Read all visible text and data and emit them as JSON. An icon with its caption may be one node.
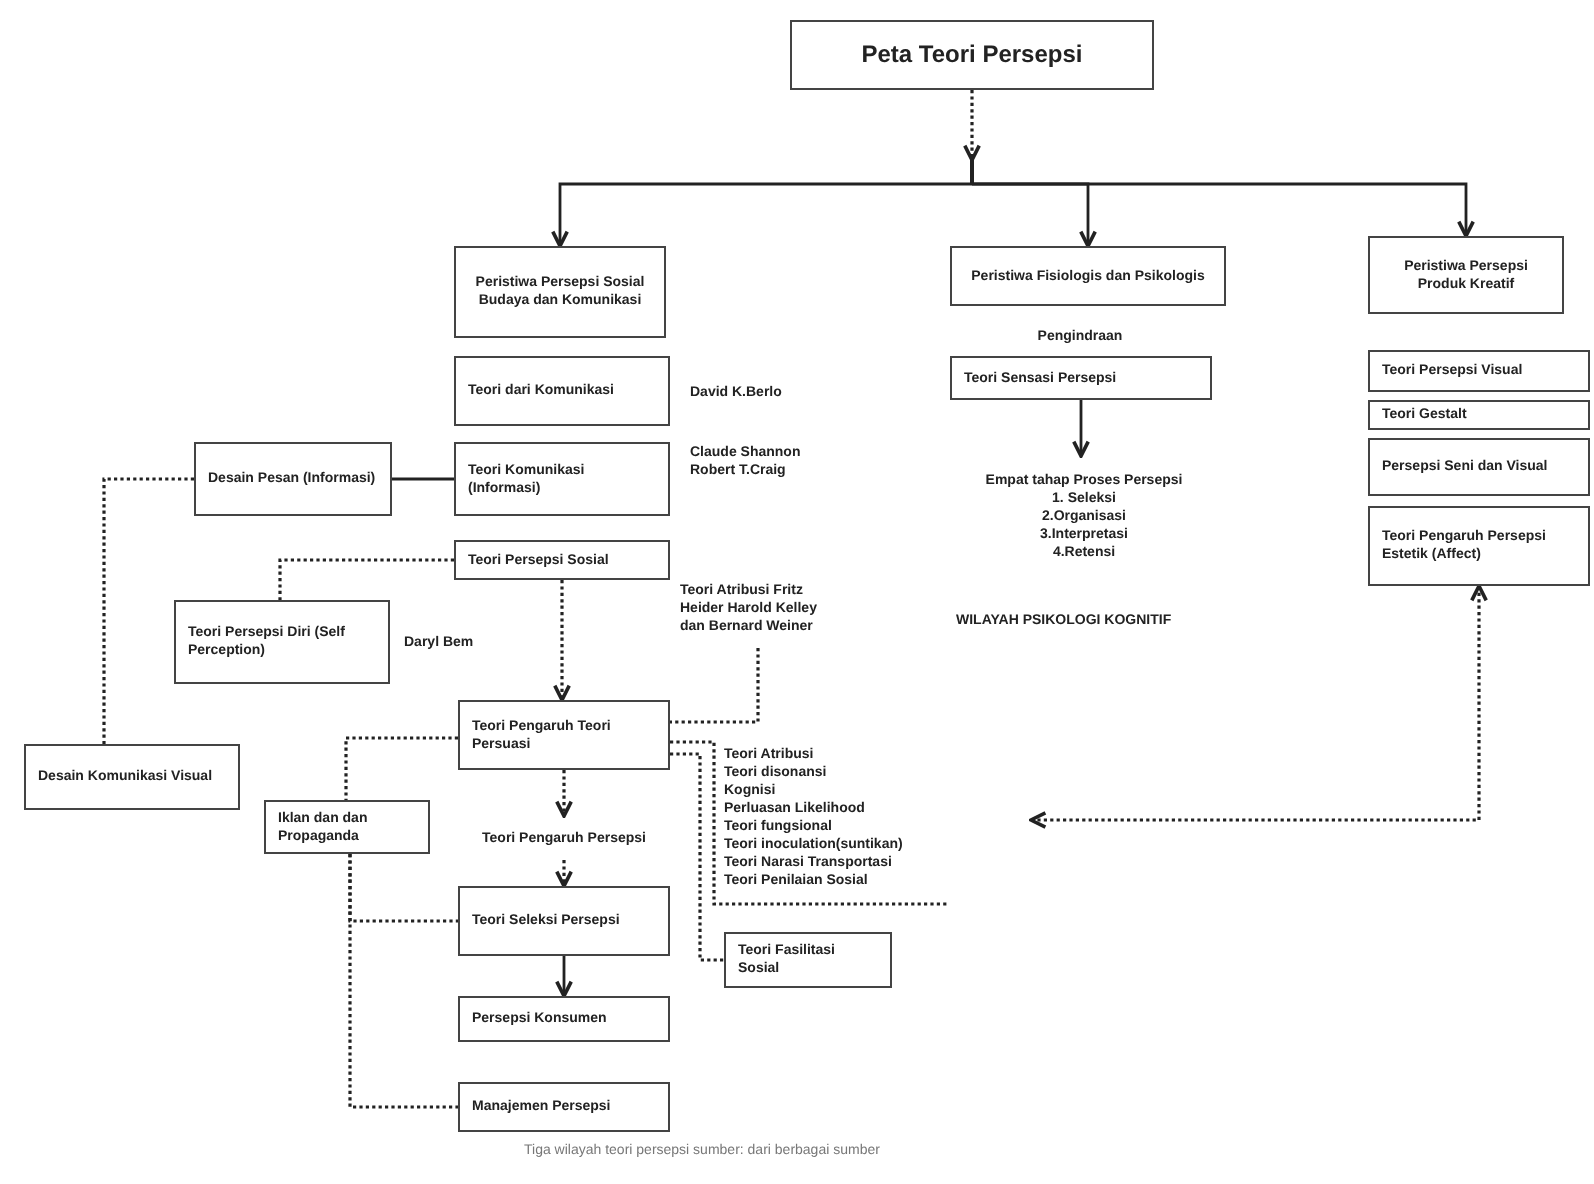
{
  "diagram": {
    "caption": "Tiga wilayah teori persepsi sumber: dari berbagai sumber",
    "nodes": [
      {
        "text": [
          "Peta Teori Persepsi"
        ]
      },
      {
        "text": [
          "Peristiwa Persepsi Sosial Budaya dan Komunikasi"
        ]
      },
      {
        "text": [
          "Peristiwa Fisiologis dan Psikologis"
        ]
      },
      {
        "text": [
          "Peristiwa Persepsi Produk Kreatif"
        ]
      },
      {
        "text": [
          "Teori dari Komunikasi"
        ],
        "beside": [
          "David K.Berlo"
        ]
      },
      {
        "text": [
          "Teori Komunikasi (Informasi)"
        ],
        "beside": [
          "Claude Shannon Robert T.Craig"
        ]
      },
      {
        "text": [
          "Desain Pesan (Informasi)"
        ]
      },
      {
        "text": [
          "Teori Persepsi Sosial"
        ]
      },
      {
        "text": [
          "Teori Persepsi Diri (Self Perception)"
        ],
        "beside": [
          "Daryl Bem"
        ]
      },
      {
        "text": [
          "Teori Atribusi Fritz Heider Harold Kelley dan Bernard Weiner"
        ]
      },
      {
        "text": [
          "Teori Pengaruh Teori Persuasi"
        ]
      },
      {
        "text": [
          "Desain Komunikasi Visual"
        ]
      },
      {
        "text": [
          "Teori Atribusi",
          "Teori disonansi",
          "Kognisi",
          "Perluasan Likelihood",
          "Teori fungsional",
          "Teori inoculation(suntikan)",
          "Teori Narasi Transportasi",
          "Teori Penilaian Sosial"
        ]
      },
      {
        "text": [
          "Iklan dan dan Propaganda"
        ]
      },
      {
        "text": [
          "Teori Pengaruh Persepsi"
        ]
      },
      {
        "text": [
          "Teori Seleksi Persepsi"
        ]
      },
      {
        "text": [
          "Teori Fasilitasi Sosial"
        ]
      },
      {
        "text": [
          "Persepsi Konsumen"
        ]
      },
      {
        "text": [
          "Manajemen Persepsi"
        ]
      },
      {
        "text": [
          "Teori Sensasi Persepsi"
        ]
      },
      {
        "text": [
          "Empat tahap Proses Persepsi",
          "1. Seleksi",
          "2.Organisasi",
          "3.Interpretasi",
          "4.Retensi"
        ]
      },
      {
        "text": [
          "Teori Persepsi Visual"
        ]
      },
      {
        "text": [
          "Teori Gestalt"
        ]
      },
      {
        "text": [
          "Persepsi Seni dan Visual"
        ]
      },
      {
        "text": [
          "Teori Pengaruh Persepsi Estetik (Affect)"
        ]
      }
    ],
    "edges": [
      {
        "from": 0,
        "to": 1,
        "arrow": "to"
      },
      {
        "from": 0,
        "to": 2,
        "arrow": "to"
      },
      {
        "from": 0,
        "to": 3,
        "arrow": "to"
      },
      {
        "from": 5,
        "to": 6,
        "arrow": "none"
      },
      {
        "from": 6,
        "to": 11,
        "arrow": "none",
        "style": "dashed"
      },
      {
        "from": 7,
        "to": 8,
        "arrow": "none",
        "style": "dashed"
      },
      {
        "from": 7,
        "to": 10,
        "arrow": "to",
        "style": "dashed"
      },
      {
        "from": 9,
        "to": 10,
        "arrow": "none",
        "style": "dashed"
      },
      {
        "from": 10,
        "to": 12,
        "arrow": "none",
        "style": "dashed"
      },
      {
        "from": 10,
        "to": 16,
        "arrow": "none",
        "style": "dashed"
      },
      {
        "from": 10,
        "to": 13,
        "arrow": "none",
        "style": "dashed"
      },
      {
        "from": 10,
        "to": 14,
        "arrow": "to",
        "style": "dashed"
      },
      {
        "from": 14,
        "to": 15,
        "arrow": "to",
        "style": "dashed"
      },
      {
        "from": 15,
        "to": 17,
        "arrow": "to"
      },
      {
        "from": 13,
        "to": 15,
        "arrow": "none",
        "style": "dashed"
      },
      {
        "from": 13,
        "to": 18,
        "arrow": "none",
        "style": "dashed"
      },
      {
        "from": 19,
        "to": 20,
        "arrow": "to"
      },
      {
        "from": null,
        "to": 24,
        "arrow": "both",
        "style": "dashed"
      }
    ],
    "labels": [
      "Pengindraan",
      "WILAYAH PSIKOLOGI KOGNITIF"
    ]
  }
}
